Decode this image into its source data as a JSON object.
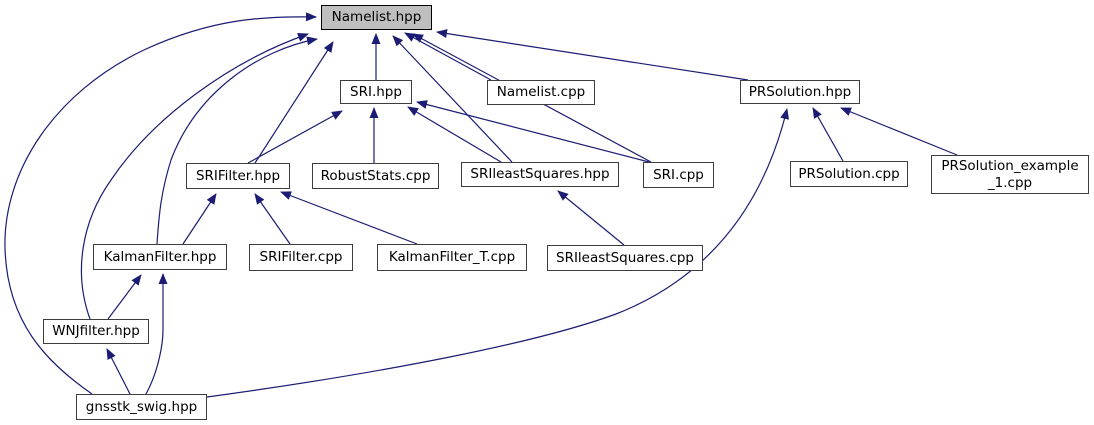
{
  "diagram": {
    "type": "doxygen-include-dependency-graph",
    "highlighted_node": "Namelist.hpp",
    "colors": {
      "edge": "#1c1c74",
      "node_fill": "#ffffff",
      "node_border": "#3d3d3d",
      "highlight_fill": "#bfbfbf",
      "text": "#000000",
      "background": "#ffffff"
    },
    "nodes": [
      {
        "id": "namelist_hpp",
        "label": "Namelist.hpp"
      },
      {
        "id": "sri_hpp",
        "label": "SRI.hpp"
      },
      {
        "id": "namelist_cpp",
        "label": "Namelist.cpp"
      },
      {
        "id": "prsolution_hpp",
        "label": "PRSolution.hpp"
      },
      {
        "id": "srifilter_hpp",
        "label": "SRIFilter.hpp"
      },
      {
        "id": "robuststats_cpp",
        "label": "RobustStats.cpp"
      },
      {
        "id": "srileastsquares_hpp",
        "label": "SRIleastSquares.hpp"
      },
      {
        "id": "sri_cpp",
        "label": "SRI.cpp"
      },
      {
        "id": "prsolution_cpp",
        "label": "PRSolution.cpp"
      },
      {
        "id": "prsolution_example_1_cpp",
        "label": "PRSolution_example\n_1.cpp"
      },
      {
        "id": "kalmanfilter_hpp",
        "label": "KalmanFilter.hpp"
      },
      {
        "id": "srifilter_cpp",
        "label": "SRIFilter.cpp"
      },
      {
        "id": "kalmanfilter_t_cpp",
        "label": "KalmanFilter_T.cpp"
      },
      {
        "id": "srileastsquares_cpp",
        "label": "SRIleastSquares.cpp"
      },
      {
        "id": "wnjfilter_hpp",
        "label": "WNJfilter.hpp"
      },
      {
        "id": "gnsstk_swig_hpp",
        "label": "gnsstk_swig.hpp"
      }
    ],
    "edges": [
      {
        "from": "sri_hpp",
        "to": "namelist_hpp"
      },
      {
        "from": "namelist_cpp",
        "to": "namelist_hpp"
      },
      {
        "from": "prsolution_hpp",
        "to": "namelist_hpp"
      },
      {
        "from": "srifilter_hpp",
        "to": "namelist_hpp"
      },
      {
        "from": "srileastsquares_hpp",
        "to": "namelist_hpp"
      },
      {
        "from": "sri_cpp",
        "to": "namelist_hpp"
      },
      {
        "from": "kalmanfilter_hpp",
        "to": "namelist_hpp"
      },
      {
        "from": "wnjfilter_hpp",
        "to": "namelist_hpp"
      },
      {
        "from": "gnsstk_swig_hpp",
        "to": "namelist_hpp"
      },
      {
        "from": "srifilter_hpp",
        "to": "sri_hpp"
      },
      {
        "from": "robuststats_cpp",
        "to": "sri_hpp"
      },
      {
        "from": "srileastsquares_hpp",
        "to": "sri_hpp"
      },
      {
        "from": "sri_cpp",
        "to": "sri_hpp"
      },
      {
        "from": "kalmanfilter_hpp",
        "to": "srifilter_hpp"
      },
      {
        "from": "srifilter_cpp",
        "to": "srifilter_hpp"
      },
      {
        "from": "kalmanfilter_t_cpp",
        "to": "srifilter_hpp"
      },
      {
        "from": "srileastsquares_cpp",
        "to": "srileastsquares_hpp"
      },
      {
        "from": "prsolution_cpp",
        "to": "prsolution_hpp"
      },
      {
        "from": "prsolution_example_1_cpp",
        "to": "prsolution_hpp"
      },
      {
        "from": "gnsstk_swig_hpp",
        "to": "prsolution_hpp"
      },
      {
        "from": "wnjfilter_hpp",
        "to": "kalmanfilter_hpp"
      },
      {
        "from": "gnsstk_swig_hpp",
        "to": "kalmanfilter_hpp"
      },
      {
        "from": "gnsstk_swig_hpp",
        "to": "wnjfilter_hpp"
      }
    ]
  }
}
